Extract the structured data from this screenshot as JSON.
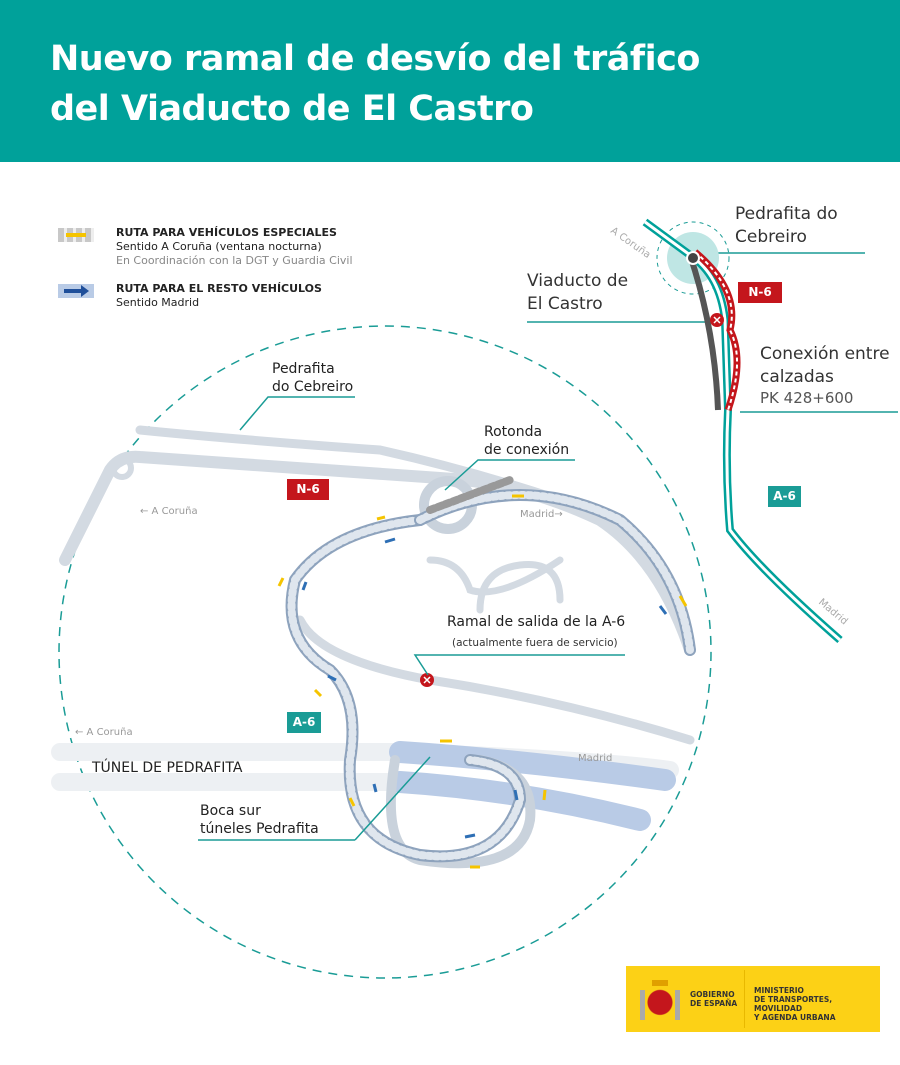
{
  "header": {
    "title_line1": "Nuevo ramal de desvío del tráfico",
    "title_line2": "del Viaducto de El Castro",
    "background": "#00a19a"
  },
  "legend": [
    {
      "title": "RUTA PARA VEHÍCULOS ESPECIALES",
      "line1": "Sentido A Coruña (ventana nocturna)",
      "line2": "En Coordinación con la DGT y Guardia Civil",
      "icon": "yellow-arrow-dashed-icon"
    },
    {
      "title": "RUTA PARA EL RESTO VEHÍCULOS",
      "line1": "Sentido Madrid",
      "icon": "blue-arrow-icon"
    }
  ],
  "map": {
    "pedrafita_1": "Pedrafita",
    "pedrafita_2": "do Cebreiro",
    "rotonda_1": "Rotonda",
    "rotonda_2": "de conexión",
    "n6": "N-6",
    "a6": "A-6",
    "coruna_top": "← A Coruña",
    "madrid_top": "Madrid→",
    "ramal_1": "Ramal de salida de la A-6",
    "ramal_2": "(actualmente fuera de servicio)",
    "coruna_bottom": "← A Coruña",
    "madrid_bottom": "Madrid",
    "tunel": "TÚNEL DE PEDRAFITA",
    "boca_1": "Boca sur",
    "boca_2": "túneles Pedrafita"
  },
  "inset": {
    "pedrafita_1": "Pedrafita do",
    "pedrafita_2": "Cebreiro",
    "viaducto_1": "Viaducto de",
    "viaducto_2": "El Castro",
    "n6": "N-6",
    "a6": "A-6",
    "conexion_1": "Conexión entre",
    "conexion_2": "calzadas",
    "pk": "PK 428+600",
    "coruna": "A Coruña",
    "madrid": "Madrid"
  },
  "logo": {
    "gobierno_1": "GOBIERNO",
    "gobierno_2": "DE ESPAÑA",
    "ministerio_1": "MINISTERIO",
    "ministerio_2": "DE TRANSPORTES, MOVILIDAD",
    "ministerio_3": "Y AGENDA URBANA"
  },
  "colors": {
    "teal": "#00a19a",
    "red": "#c4161c",
    "road": "#c9d2dc",
    "blue": "#2e6fb5",
    "yellow": "#f5c400",
    "route": "#7e93ad"
  }
}
